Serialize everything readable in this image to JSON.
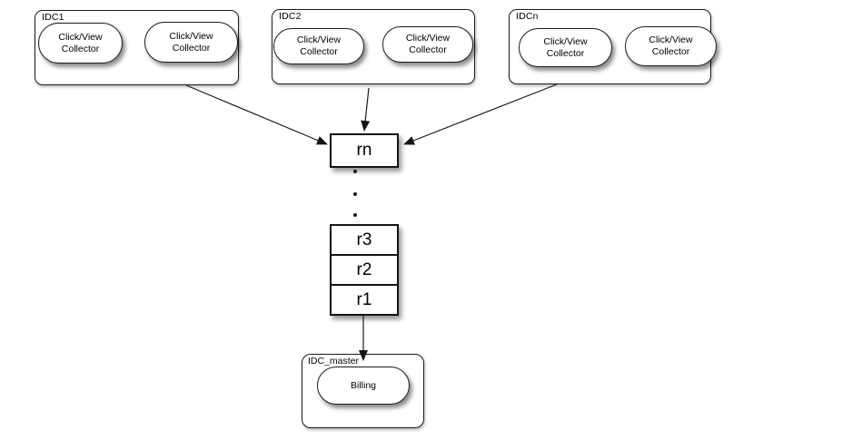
{
  "colors": {
    "background": "#ffffff",
    "stroke": "#1c1c1c",
    "fill": "#ffffff",
    "text": "#000000"
  },
  "groups": [
    {
      "label": "IDC1",
      "collectors": [
        {
          "line1": "Click/View",
          "line2": "Collector"
        },
        {
          "line1": "Click/View",
          "line2": "Collector"
        }
      ]
    },
    {
      "label": "IDC2",
      "collectors": [
        {
          "line1": "Click/View",
          "line2": "Collector"
        },
        {
          "line1": "Click/View",
          "line2": "Collector"
        }
      ]
    },
    {
      "label": "IDCn",
      "collectors": [
        {
          "line1": "Click/View",
          "line2": "Collector"
        },
        {
          "line1": "Click/View",
          "line2": "Collector"
        }
      ]
    }
  ],
  "relay": {
    "head": "rn",
    "cells": [
      "r3",
      "r2",
      "r1"
    ]
  },
  "master": {
    "label": "IDC_master",
    "node": "Billing"
  }
}
